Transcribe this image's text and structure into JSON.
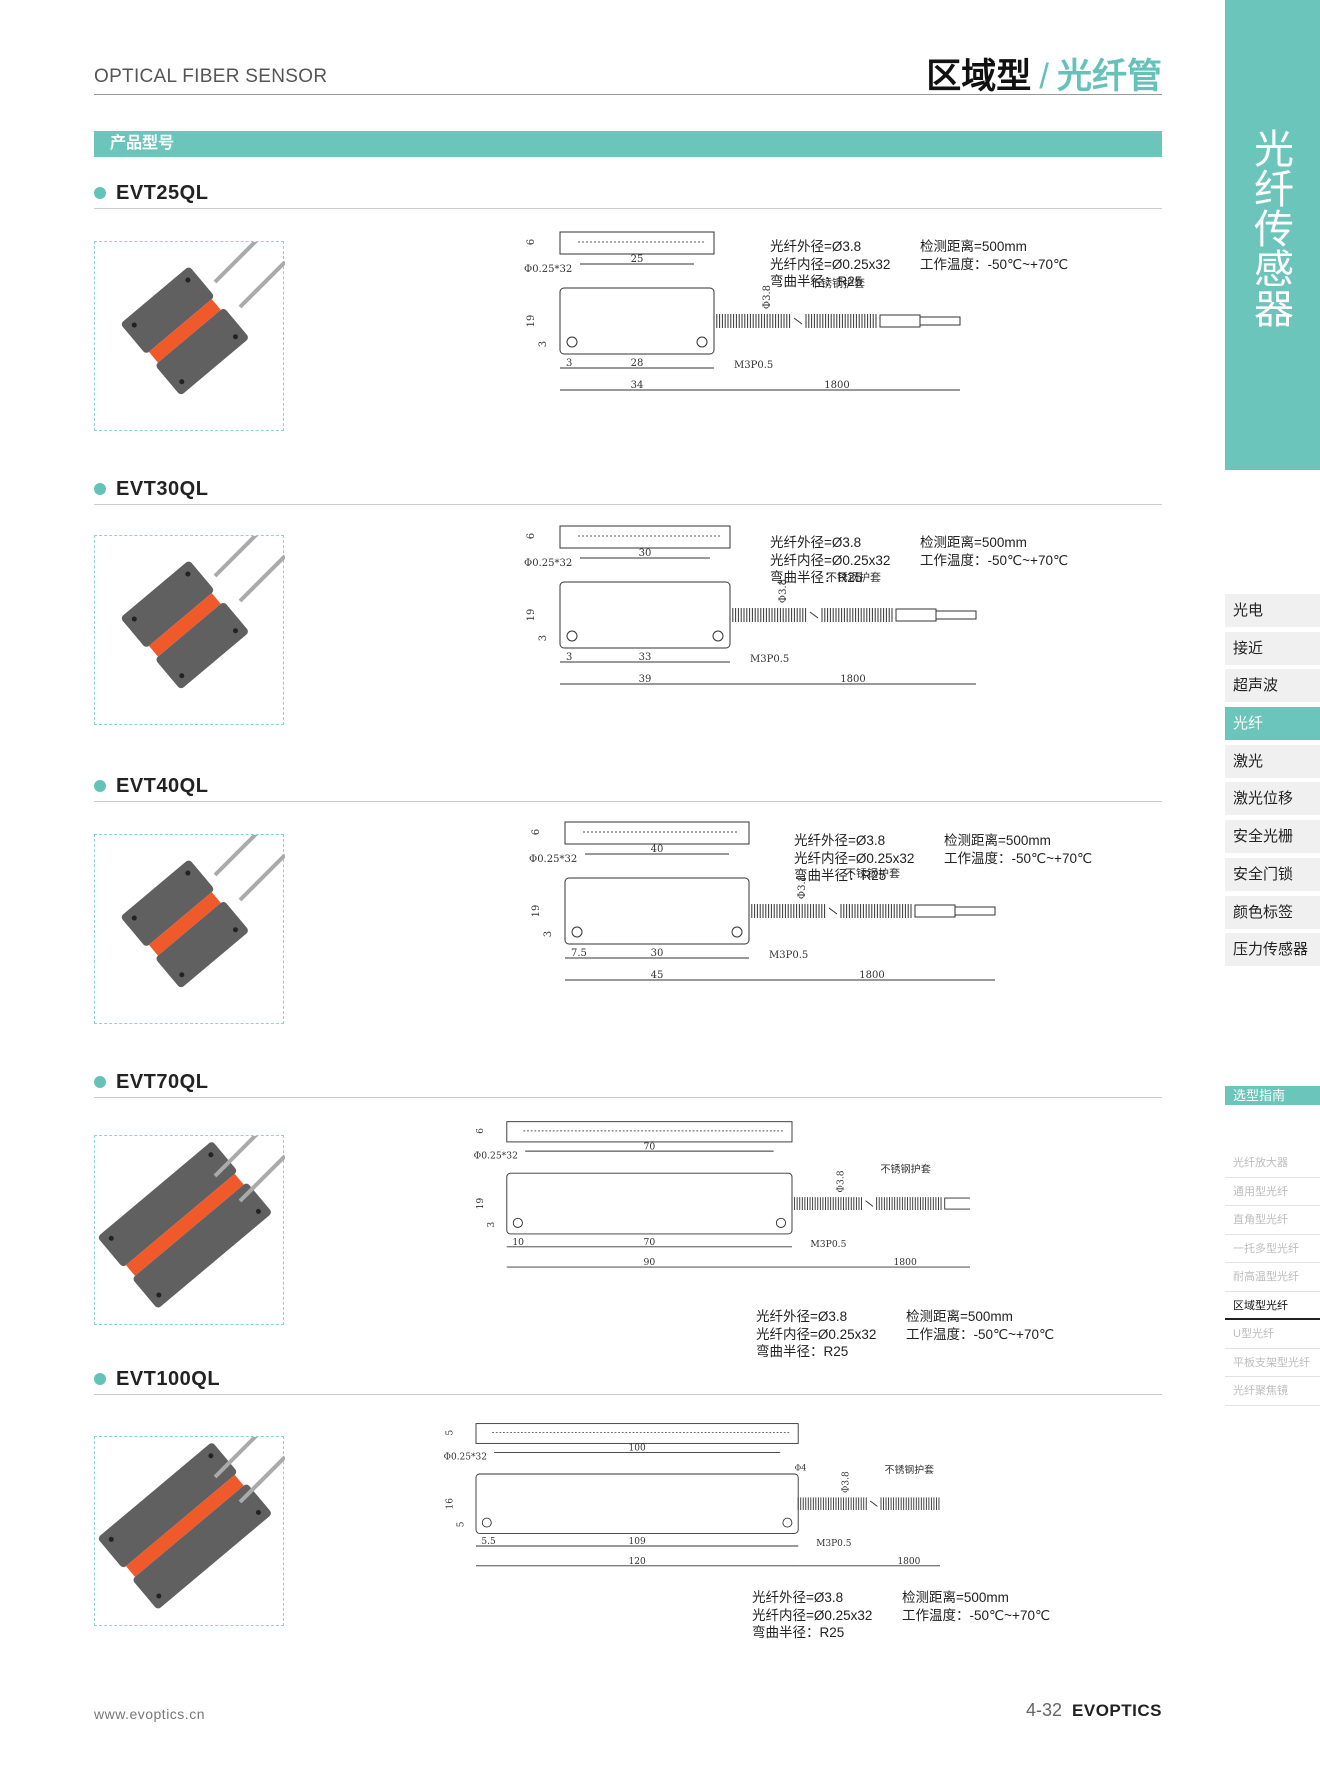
{
  "header": {
    "subtitle": "OPTICAL FIBER SENSOR",
    "title_main": "区域型",
    "title_slash": "/",
    "title_cat": "光纤管"
  },
  "section_label": "产品型号",
  "spec_labels": {
    "outer": "光纤外径=Ø3.8",
    "inner": "光纤内径=Ø0.25x32",
    "bend": "弯曲半径：R25",
    "distance": "检测距离=500mm",
    "temp": "工作温度：-50℃~+70℃"
  },
  "drawing_labels": {
    "fiber_dia": "Φ3.8",
    "sheath": "不锈钢护套",
    "fiber_count": "Φ0.25*32",
    "cable_length": "1800",
    "thread": "M3P0.5",
    "height": "19",
    "height_100": "16",
    "thickness": "6",
    "thickness_100": "5",
    "hole_offset": "3",
    "hole_offset_100": "5",
    "hole_dia_100": "Φ4"
  },
  "products": [
    {
      "model": "EVT25QL",
      "window": "25",
      "hole_x": "3",
      "pitch": "28",
      "length": "34"
    },
    {
      "model": "EVT30QL",
      "window": "30",
      "hole_x": "3",
      "pitch": "33",
      "length": "39"
    },
    {
      "model": "EVT40QL",
      "window": "40",
      "hole_x": "7.5",
      "pitch": "30",
      "length": "45"
    },
    {
      "model": "EVT70QL",
      "window": "70",
      "hole_x": "10",
      "pitch": "70",
      "length": "90"
    },
    {
      "model": "EVT100QL",
      "window": "100",
      "hole_x": "5.5",
      "pitch": "109",
      "length": "120"
    }
  ],
  "sidebar": {
    "vertical_title": [
      "光",
      "纤",
      "传",
      "感",
      "器"
    ],
    "nav": [
      "光电",
      "接近",
      "超声波",
      "光纤",
      "激光",
      "激光位移",
      "安全光栅",
      "安全门锁",
      "颜色标签",
      "压力传感器"
    ],
    "nav_active": "光纤",
    "guide": "选型指南",
    "sub": [
      "光纤放大器",
      "通用型光纤",
      "直角型光纤",
      "一托多型光纤",
      "耐高温型光纤",
      "区域型光纤",
      "U型光纤",
      "平板支架型光纤",
      "光纤聚焦镜"
    ],
    "sub_active": "区域型光纤"
  },
  "footer": {
    "website": "www.evoptics.cn",
    "page": "4-32",
    "logo": "EVOPTICS"
  },
  "colors": {
    "accent": "#6cc5bb",
    "sensor_body": "#606060",
    "sensor_window": "#f05a2a"
  }
}
